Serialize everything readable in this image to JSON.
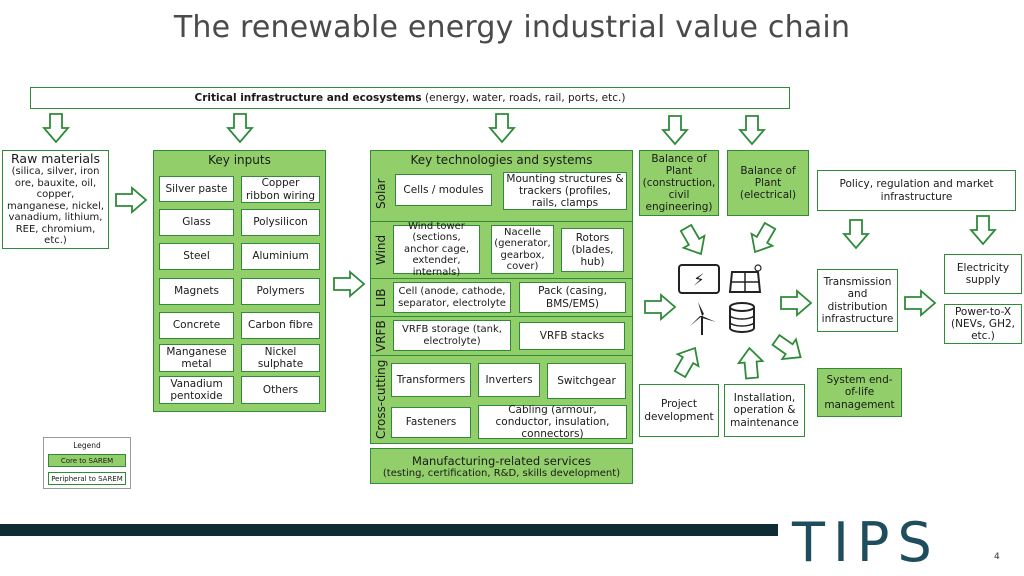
{
  "title": "The renewable energy industrial value chain",
  "infra_bar": {
    "bold": "Critical infrastructure and ecosystems",
    "rest": " (energy, water, roads, rail, ports, etc.)"
  },
  "raw_materials": {
    "title": "Raw materials",
    "body": "(silica, silver, iron ore, bauxite, oil, copper, manganese, nickel, vanadium, lithium, REE, chromium, etc.)"
  },
  "key_inputs": {
    "title": "Key inputs",
    "items": [
      "Silver paste",
      "Copper ribbon wiring",
      "Glass",
      "Polysilicon",
      "Steel",
      "Aluminium",
      "Magnets",
      "Polymers",
      "Concrete",
      "Carbon fibre",
      "Manganese metal",
      "Nickel sulphate",
      "Vanadium pentoxide",
      "Others"
    ]
  },
  "key_tech": {
    "title": "Key technologies and systems",
    "solar": {
      "label": "Solar",
      "items": [
        "Cells / modules",
        "Mounting structures & trackers (profiles, rails, clamps"
      ]
    },
    "wind": {
      "label": "Wind",
      "items": [
        "Wind tower (sections, anchor cage, extender, internals)",
        "Nacelle (generator, gearbox, cover)",
        "Rotors (blades, hub)"
      ]
    },
    "lib": {
      "label": "LIB",
      "items": [
        "Cell (anode, cathode, separator, electrolyte",
        "Pack (casing, BMS/EMS)"
      ]
    },
    "vrfb": {
      "label": "VRFB",
      "items": [
        "VRFB storage (tank, electrolyte)",
        "VRFB stacks"
      ]
    },
    "cross": {
      "label": "Cross-cutting",
      "items": [
        "Transformers",
        "Inverters",
        "Switchgear",
        "Fasteners",
        "Cabling (armour, conductor, insulation, connectors)"
      ]
    }
  },
  "manufacturing": {
    "title": "Manufacturing-related services",
    "body": "(testing, certification, R&D, skills development)"
  },
  "bop_civil": "Balance of Plant (construction, civil engineering)",
  "bop_civil_title": "Balance of Plant",
  "bop_civil_body": "(construction, civil engineering)",
  "bop_elec_title": "Balance of Plant",
  "bop_elec_body": "(electrical)",
  "policy": "Policy, regulation and market infrastructure",
  "transmission": "Transmission and distribution infrastructure",
  "electricity": "Electricity supply",
  "power_to_x": "Power-to-X (NEVs, GH2, etc.)",
  "project_dev": "Project development",
  "installation": "Installation, operation & maintenance",
  "system_eol": "System end-of-life management",
  "legend": {
    "title": "Legend",
    "core": "Core to SAREM",
    "peripheral": "Peripheral to SAREM"
  },
  "logo_text": "TIPS",
  "page_number": "4",
  "icons": [
    "battery-icon",
    "solar-panel-icon",
    "wind-turbine-icon",
    "database-storage-icon"
  ],
  "colors": {
    "core_fill": "#92cf6a",
    "border": "#2f8a3a",
    "footer": "#0f2b33",
    "logo": "#1e4e5e"
  }
}
